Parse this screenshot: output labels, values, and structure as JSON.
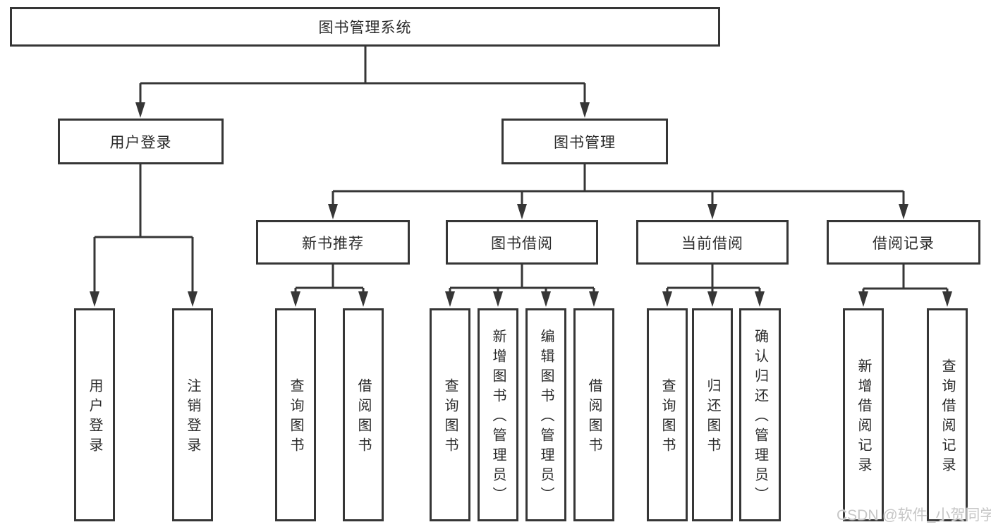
{
  "tree": {
    "root": {
      "label": "图书管理系统"
    },
    "children": [
      {
        "label": "用户登录",
        "children": [
          {
            "label": "用户登录"
          },
          {
            "label": "注销登录"
          }
        ]
      },
      {
        "label": "图书管理",
        "children": [
          {
            "label": "新书推荐",
            "children": [
              {
                "label": "查询图书"
              },
              {
                "label": "借阅图书"
              }
            ]
          },
          {
            "label": "图书借阅",
            "children": [
              {
                "label": "查询图书"
              },
              {
                "label": "新增图书（管理员）"
              },
              {
                "label": "编辑图书（管理员）"
              },
              {
                "label": "借阅图书"
              }
            ]
          },
          {
            "label": "当前借阅",
            "children": [
              {
                "label": "查询图书"
              },
              {
                "label": "归还图书"
              },
              {
                "label": "确认归还（管理员）"
              }
            ]
          },
          {
            "label": "借阅记录",
            "children": [
              {
                "label": "新增借阅记录"
              },
              {
                "label": "查询借阅记录"
              }
            ]
          }
        ]
      }
    ]
  },
  "watermark": {
    "text": "CSDN @软件_小贺同学"
  },
  "colors": {
    "line": "#363636",
    "text": "#2b2b2b",
    "background": "#ffffff",
    "watermark_text": "#c6c6c6"
  }
}
